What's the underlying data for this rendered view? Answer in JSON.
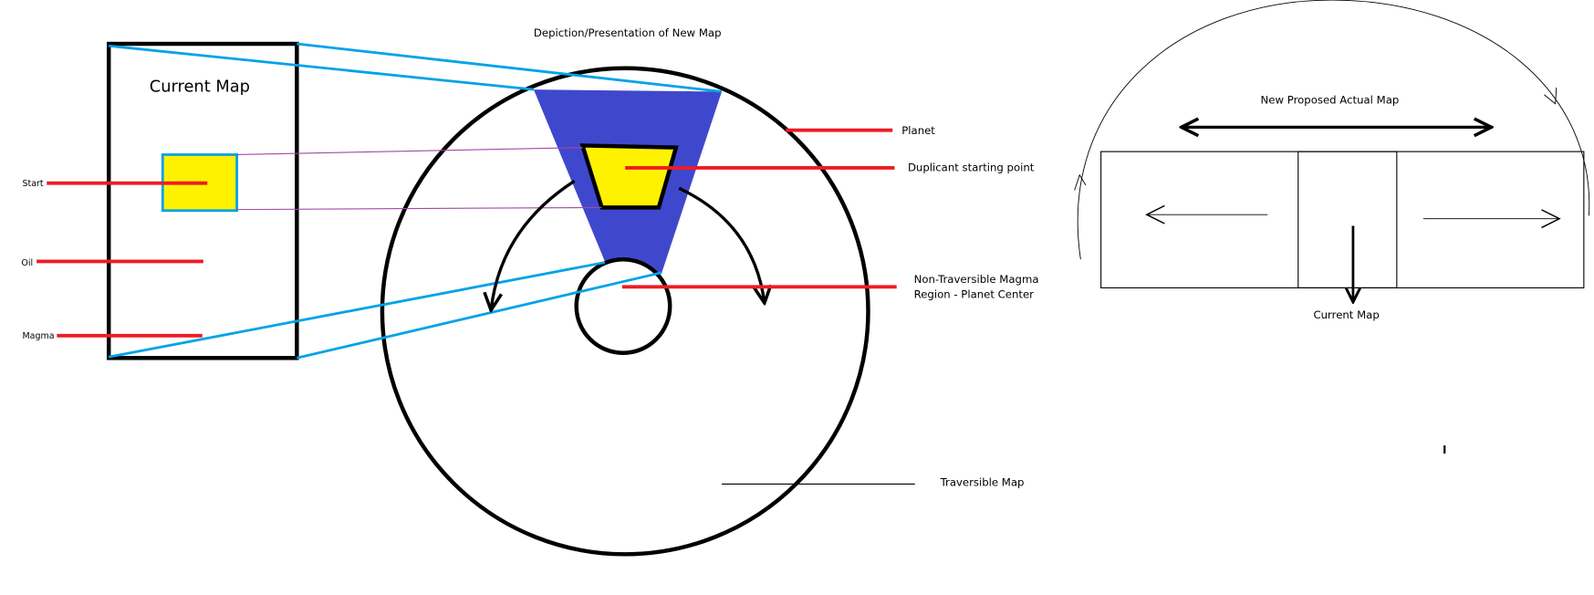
{
  "title": "Depiction/Presentation of New Map",
  "current_map": {
    "title": "Current Map",
    "labels": {
      "start": "Start",
      "oil": "Oil",
      "magma": "Magma"
    }
  },
  "planet": {
    "planet_label": "Planet",
    "start_label": "Duplicant starting point",
    "magma_label_line1": "Non-Traversible Magma",
    "magma_label_line2": "Region - Planet Center",
    "traversible_label": "Traversible Map"
  },
  "proposed": {
    "title": "New Proposed Actual Map",
    "current_label": "Current Map"
  },
  "colors": {
    "red": "#ed1c24",
    "blue": "#00a2e8",
    "wedge": "#3f48cc",
    "yellow": "#fff200",
    "purple": "#a349a4"
  }
}
